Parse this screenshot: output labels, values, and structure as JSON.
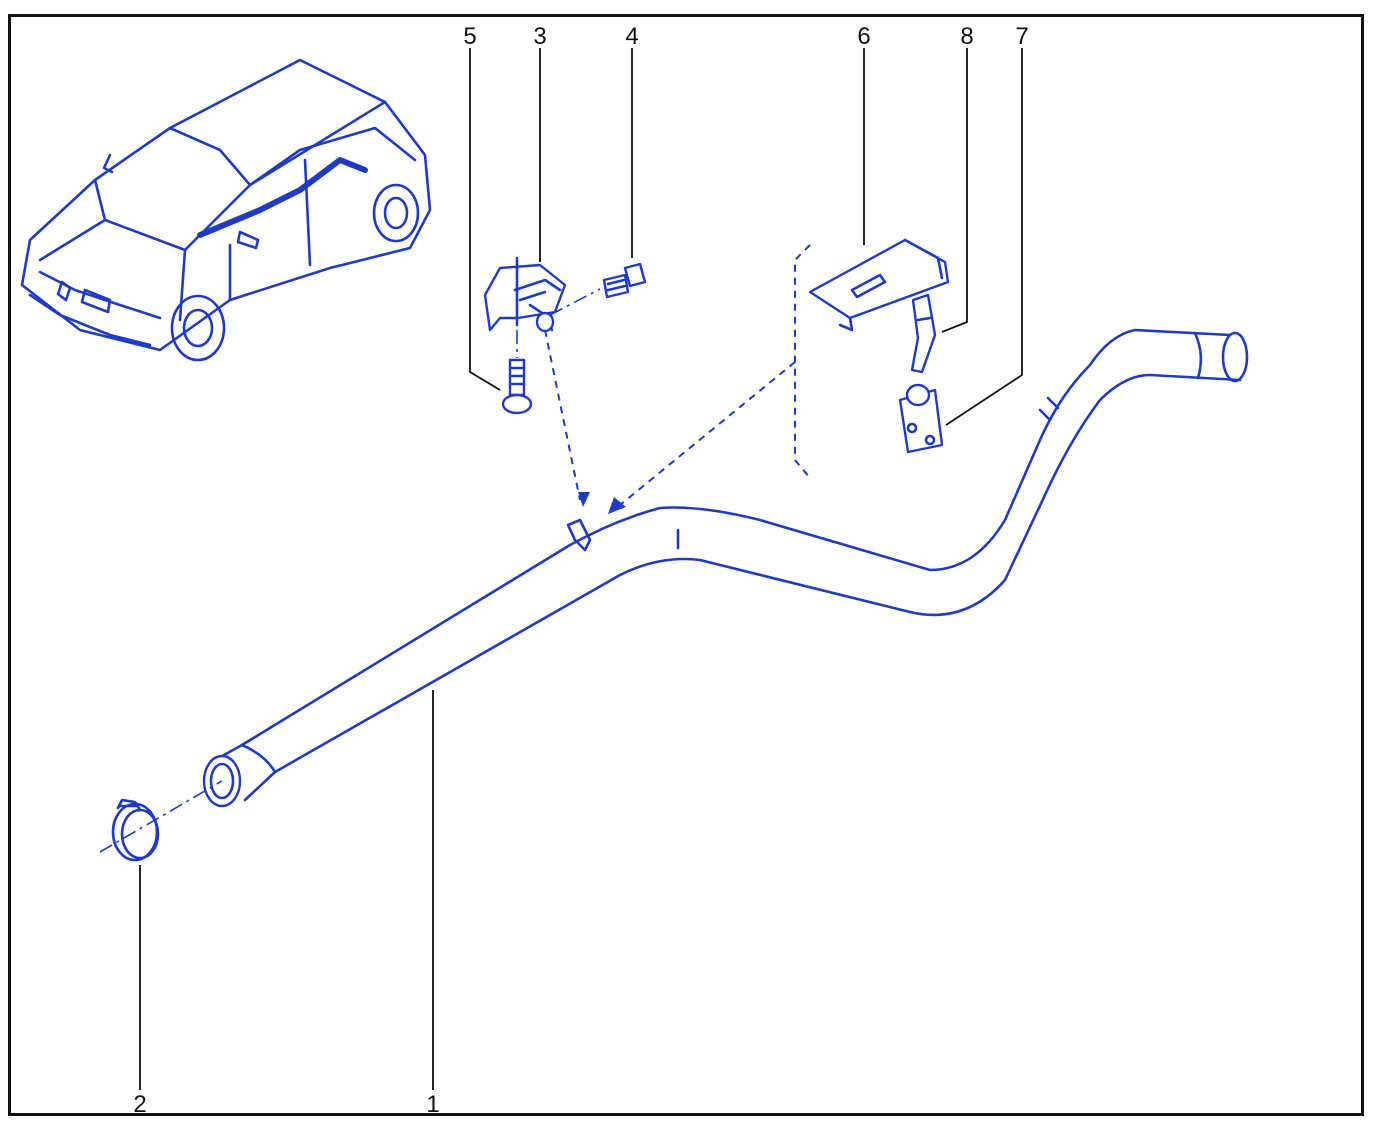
{
  "colors": {
    "line_art": "#1f3bc4",
    "callout_text": "#111111",
    "background": "#ffffff",
    "frame": "#111111"
  },
  "callouts": {
    "c1": "1",
    "c2": "2",
    "c3": "3",
    "c4": "4",
    "c5": "5",
    "c6": "6",
    "c7": "7",
    "c8": "8"
  }
}
